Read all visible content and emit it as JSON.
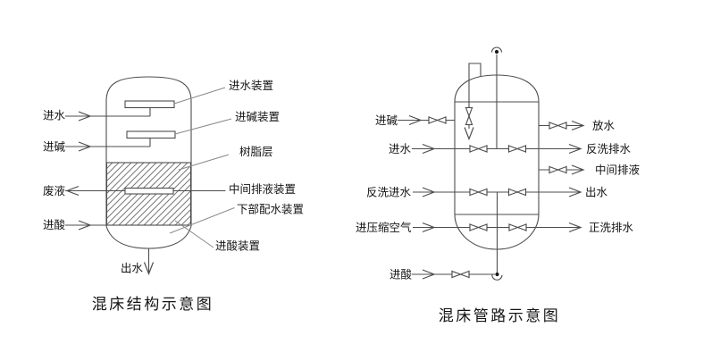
{
  "colors": {
    "background": "#ffffff",
    "line": "#4d4d4d",
    "leader_line": "#8a8a8a",
    "text": "#141414",
    "hatch": "#777777"
  },
  "structure_diagram": {
    "title": "混床结构示意图",
    "inlet_labels": [
      "进水",
      "进碱",
      "废液",
      "进酸"
    ],
    "outlet_label": "出水",
    "component_labels": [
      "进水装置",
      "进碱装置",
      "树脂层",
      "中间排液装置",
      "下部配水装置",
      "进酸装置"
    ]
  },
  "piping_diagram": {
    "title": "混床管路示意图",
    "left_labels": [
      "进碱",
      "进水",
      "反洗进水",
      "进压缩空气",
      "进酸"
    ],
    "right_labels": [
      "放水",
      "反洗排水",
      "中间排液",
      "出水",
      "正洗排水"
    ]
  }
}
